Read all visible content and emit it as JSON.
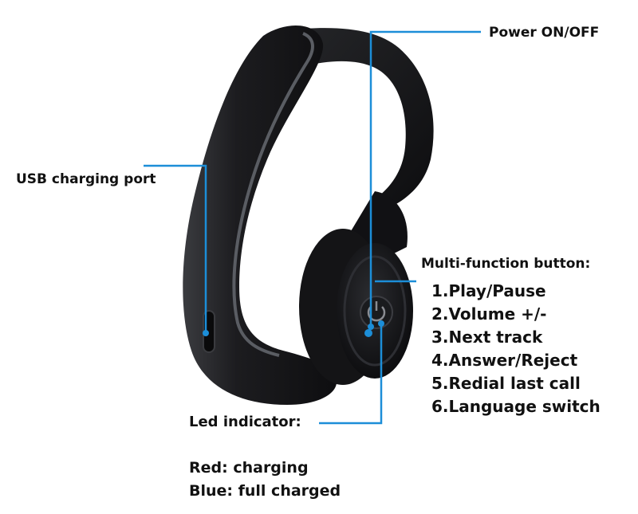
{
  "labels": {
    "power": "Power ON/OFF",
    "usb": "USB charging port",
    "multi_function": "Multi-function button:",
    "led": "Led indicator:",
    "led_red": "Red: charging",
    "led_blue": "Blue: full charged"
  },
  "functions": [
    "1.Play/Pause",
    "2.Volume +/-",
    "3.Next track",
    "4.Answer/Reject",
    "5.Redial last call",
    "6.Language switch"
  ],
  "colors": {
    "leader_line": "#1c8ed8",
    "body": "#1c1c1f",
    "edge_highlight": "#5a5d63",
    "text": "#111111"
  }
}
